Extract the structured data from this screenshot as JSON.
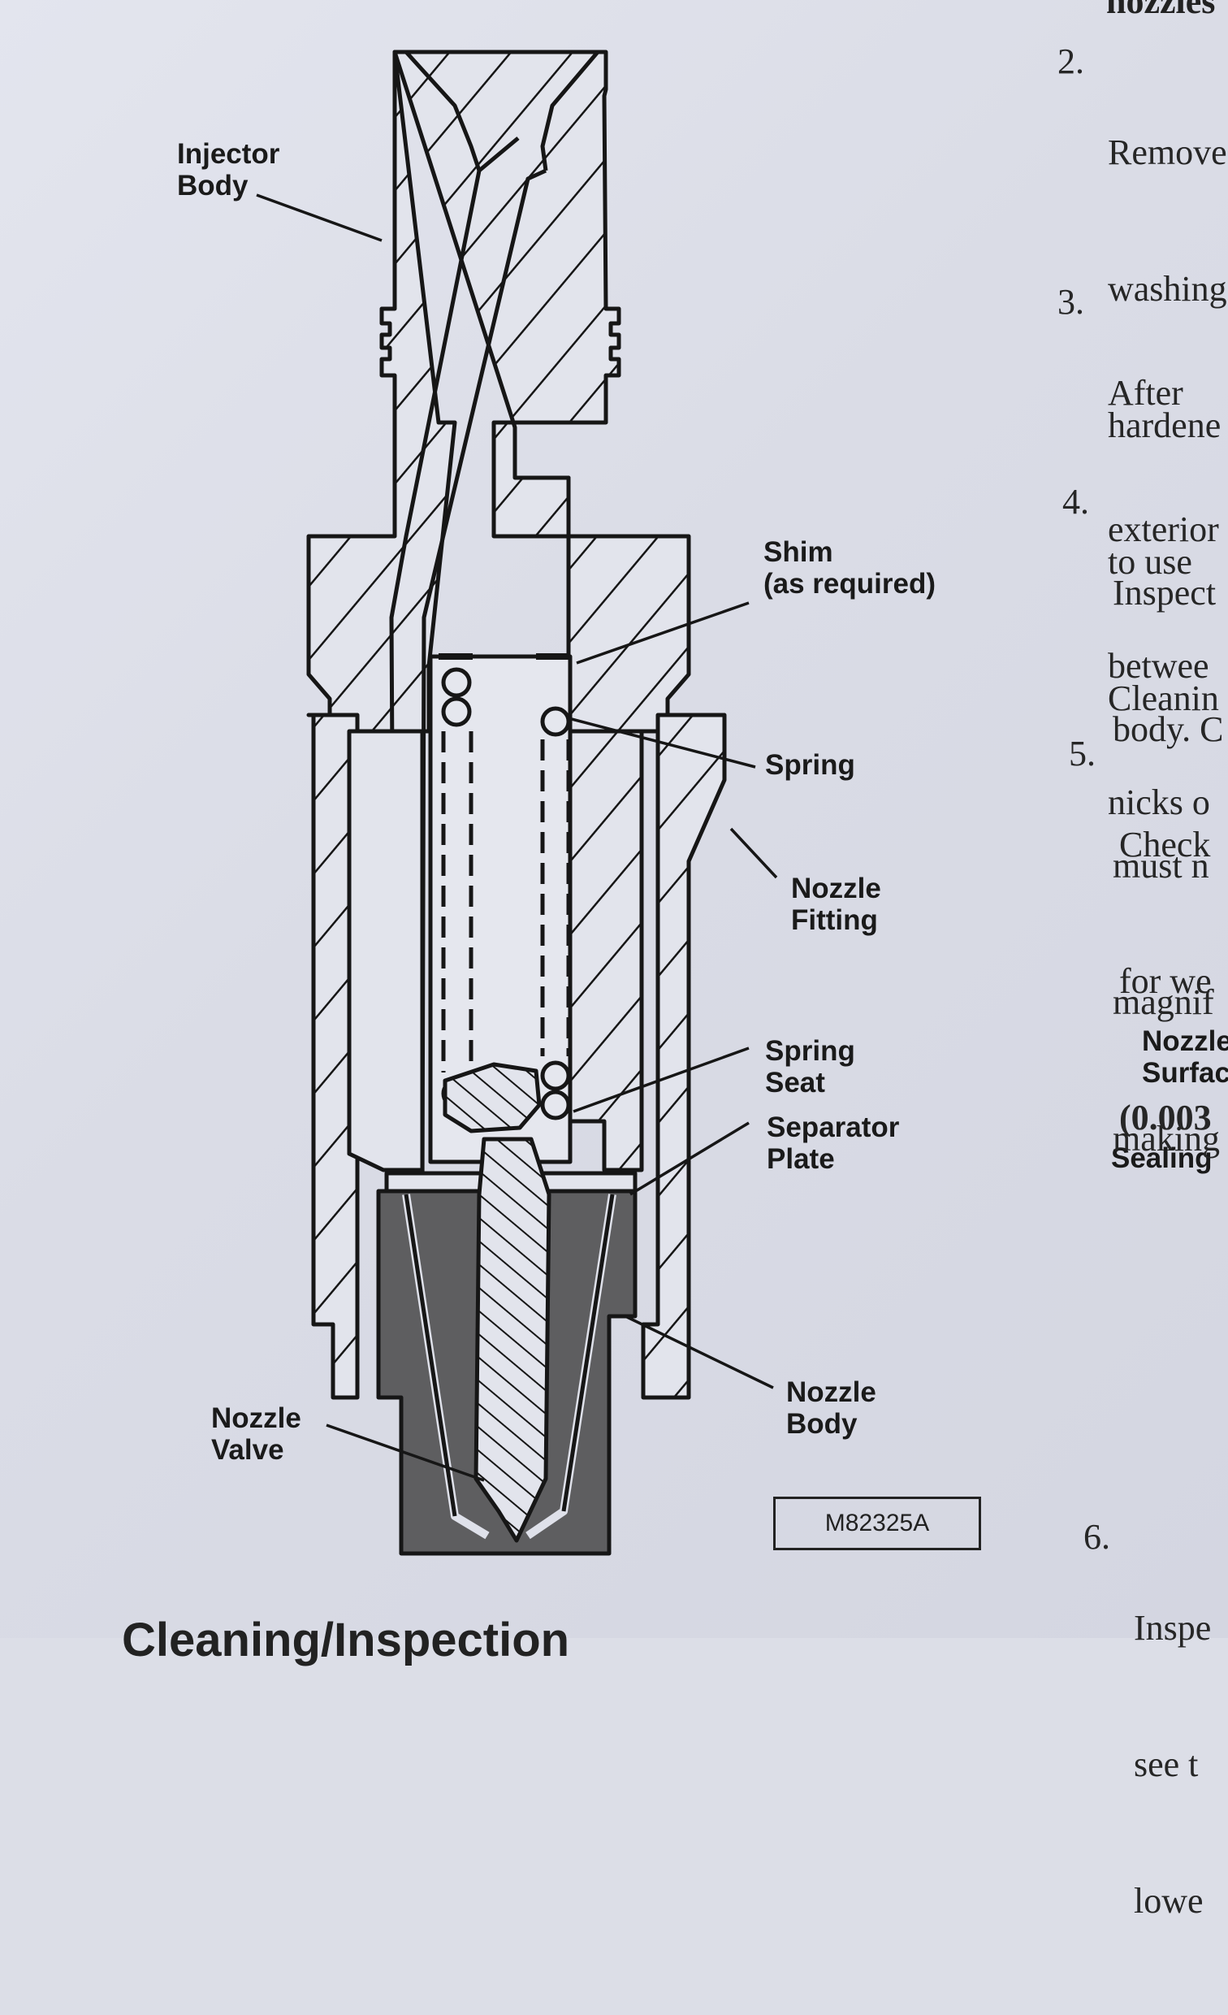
{
  "labels": {
    "injector_body": "Injector\nBody",
    "shim": "Shim\n(as required)",
    "spring": "Spring",
    "nozzle_fitting": "Nozzle\nFitting",
    "spring_seat": "Spring\nSeat",
    "separator_plate": "Separator\nPlate",
    "nozzle_body": "Nozzle\nBody",
    "nozzle_valve": "Nozzle\nValve",
    "nozzle_surface": "Nozzle\nSurfac",
    "sealing": "Sealing"
  },
  "figure_code": "M82325A",
  "top_fragment": "nozzles",
  "steps": [
    {
      "num": "2.",
      "lines": [
        "Remove",
        "washing",
        "hardene",
        "to use",
        "Cleanin"
      ]
    },
    {
      "num": "3.",
      "lines": [
        "After",
        "exterior",
        "betwee",
        "nicks o"
      ]
    },
    {
      "num": "4.",
      "lines": [
        "Inspect",
        "body. C",
        "must n",
        "magnif",
        "making"
      ]
    },
    {
      "num": "5.",
      "lines": [
        "Check",
        "for we",
        "(0.003"
      ]
    },
    {
      "num": "6.",
      "lines": [
        "Inspe",
        "see t",
        "lowe"
      ]
    }
  ],
  "section_heading": "Cleaning/Inspection",
  "colors": {
    "line": "#161616",
    "nozzle_body_fill": "#5e5e60",
    "paper": "#dfe1ea"
  }
}
